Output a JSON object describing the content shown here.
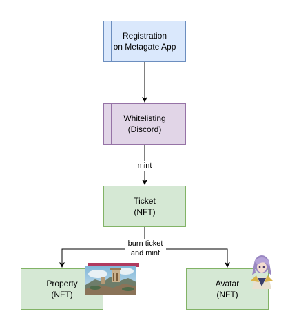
{
  "colors": {
    "registration_fill": "#dae8fc",
    "registration_stroke": "#6c8ebf",
    "whitelisting_fill": "#e1d5e7",
    "whitelisting_stroke": "#9673a6",
    "nft_fill": "#d5e8d4",
    "nft_stroke": "#82b366",
    "edge": "#000000"
  },
  "nodes": {
    "registration": {
      "label": "Registration\non Metagate App"
    },
    "whitelisting": {
      "label": "Whitelisting\n(Discord)"
    },
    "ticket": {
      "label": "Ticket\n(NFT)"
    },
    "property": {
      "label": "Property\n(NFT)"
    },
    "avatar": {
      "label": "Avatar\n(NFT)"
    }
  },
  "edges": {
    "mint_label": "mint",
    "burn_label": "burn ticket\nand mint"
  },
  "images": {
    "property_thumbnail": "property-landscape-image",
    "avatar_thumbnail": "avatar-character-image"
  }
}
